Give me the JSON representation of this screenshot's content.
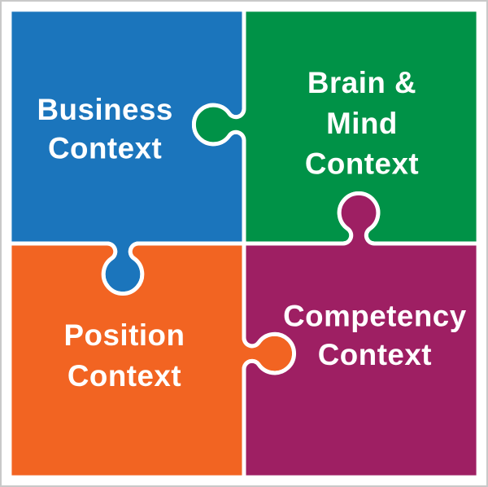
{
  "diagram": {
    "background": "#ffffff",
    "divider_color": "#ffffff",
    "text_color": "#ffffff",
    "pieces": [
      {
        "id": "business-context",
        "label": "Business Context",
        "lines": [
          "Business",
          "Context"
        ],
        "color": "#1b75bc",
        "position": "top-left"
      },
      {
        "id": "brain-mind-context",
        "label": "Brain & Mind Context",
        "lines": [
          "Brain &",
          "Mind",
          "Context"
        ],
        "color": "#009247",
        "position": "top-right"
      },
      {
        "id": "position-context",
        "label": "Position Context",
        "lines": [
          "Position",
          "Context"
        ],
        "color": "#f26422",
        "position": "bottom-left"
      },
      {
        "id": "competency-context",
        "label": "Competency Context",
        "lines": [
          "Competency",
          "Context"
        ],
        "color": "#9e1f63",
        "position": "bottom-right"
      }
    ]
  }
}
